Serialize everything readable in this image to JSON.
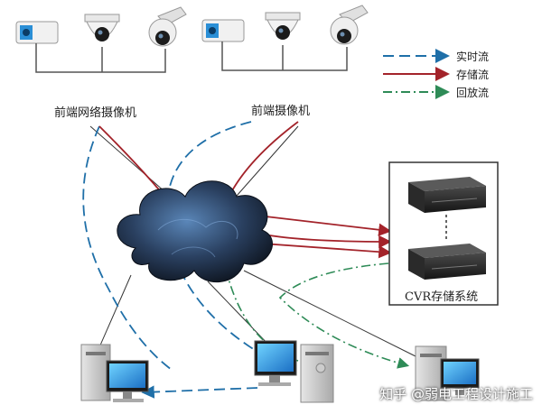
{
  "legend": [
    {
      "label": "实时流",
      "color": "#1f6fa8",
      "dash": "12 6"
    },
    {
      "label": "存储流",
      "color": "#a3232a",
      "dash": "none"
    },
    {
      "label": "回放流",
      "color": "#2e8b57",
      "dash": "10 4 2 4"
    }
  ],
  "labels": {
    "group1": "前端网络摄像机",
    "group2": "前端摄像机",
    "storage": "CVR存储系统"
  },
  "watermark": "知乎 @弱电工程设计施工"
}
